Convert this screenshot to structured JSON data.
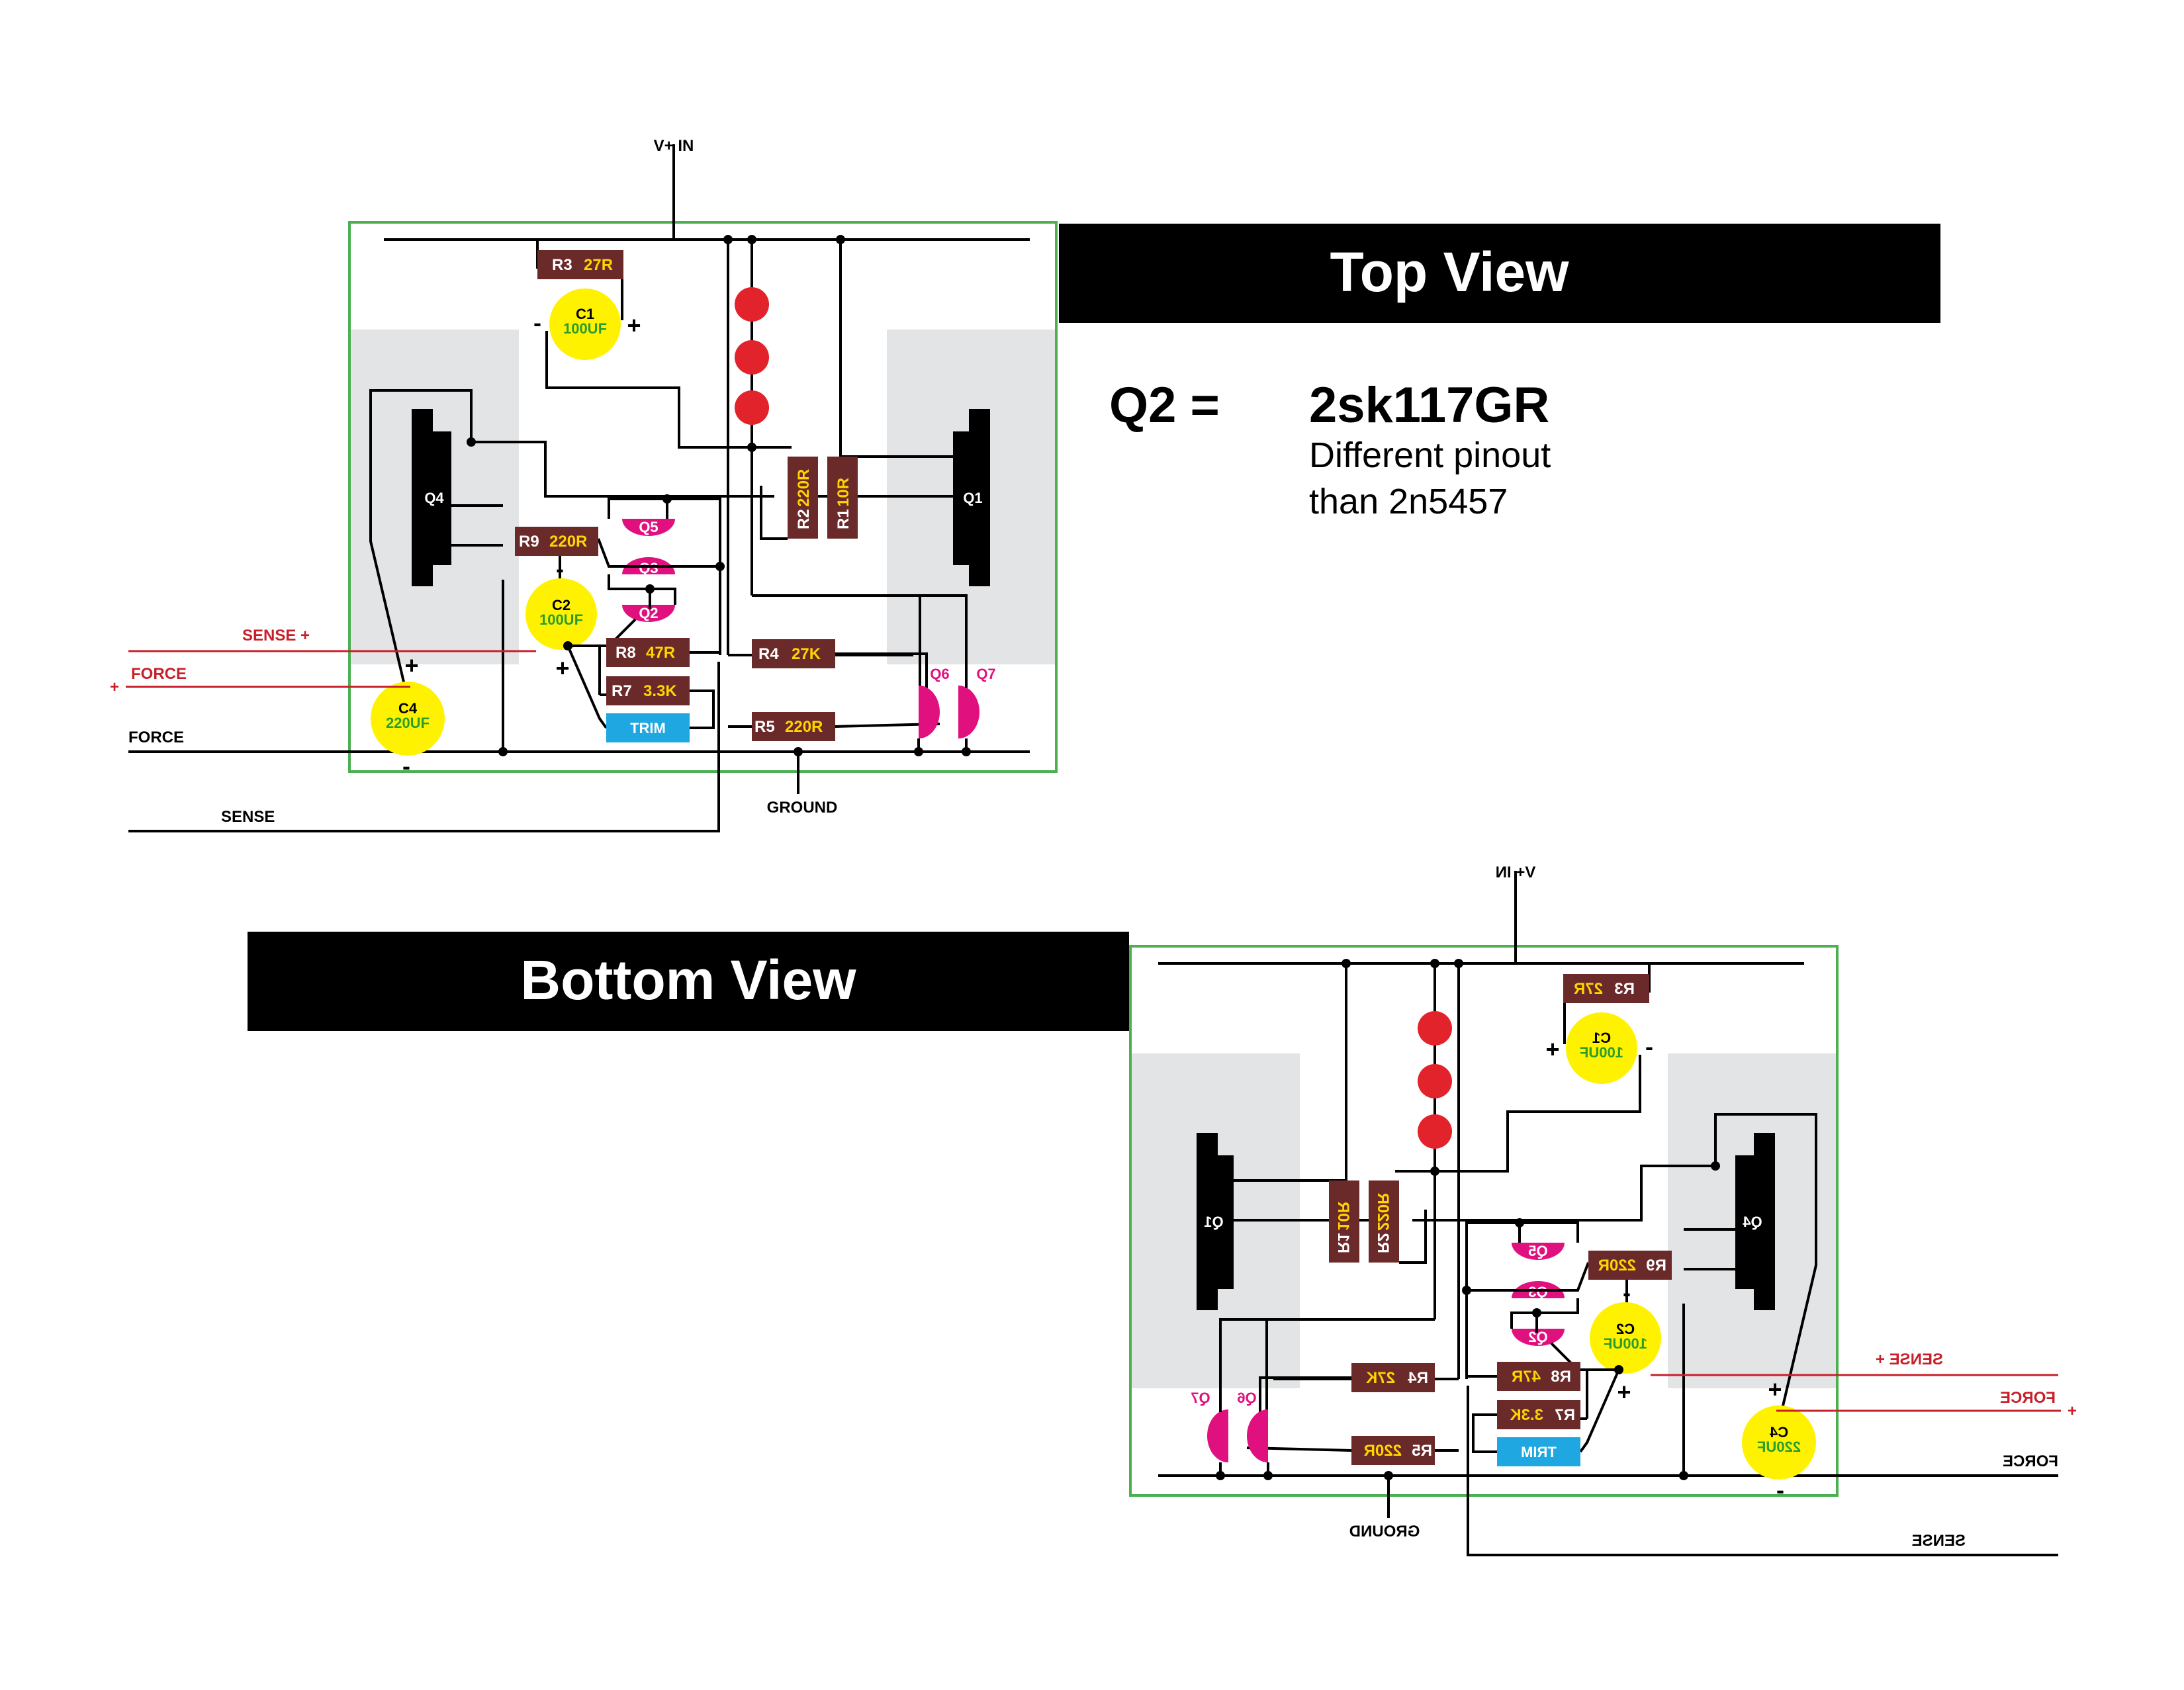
{
  "labels": {
    "top_view": "Top View",
    "bottom_view": "Bottom View",
    "q2_eq": "Q2 =",
    "q2_part": "2sk117GR",
    "note_line1": "Different pinout",
    "note_line2": "than 2n5457",
    "vplus_in": "V+ IN",
    "sense_plus": "SENSE +",
    "force_plus": "FORCE",
    "force": "FORCE",
    "sense": "SENSE",
    "ground": "GROUND",
    "plus_sign": "+",
    "minus_sign": "-"
  },
  "components": {
    "R1": {
      "name": "R1",
      "value": "10R"
    },
    "R2": {
      "name": "R2",
      "value": "220R"
    },
    "R3": {
      "name": "R3",
      "value": "27R"
    },
    "R4": {
      "name": "R4",
      "value": "27K"
    },
    "R5": {
      "name": "R5",
      "value": "220R"
    },
    "R7": {
      "name": "R7",
      "value": "3.3K"
    },
    "R8": {
      "name": "R8",
      "value": "47R"
    },
    "R9": {
      "name": "R9",
      "value": "220R"
    },
    "C1": {
      "name": "C1",
      "value": "100UF"
    },
    "C2": {
      "name": "C2",
      "value": "100UF"
    },
    "C4": {
      "name": "C4",
      "value": "220UF"
    },
    "trim": "TRIM",
    "Q1": "Q1",
    "Q2": "Q2",
    "Q3": "Q3",
    "Q4": "Q4",
    "Q5": "Q5",
    "Q6": "Q6",
    "Q7": "Q7"
  },
  "colors": {
    "board_outline": "#4caf50",
    "heatsink": "#e3e4e6",
    "resistor": "#6b2a2a",
    "resistor_value": "#ffd400",
    "capacitor": "#fff200",
    "capacitor_value": "#2a9d2a",
    "transistor_small": "#e0117f",
    "led": "#e2232b",
    "trim": "#1ea7e1",
    "sense_wire": "#c8202b",
    "banner": "#000000"
  }
}
